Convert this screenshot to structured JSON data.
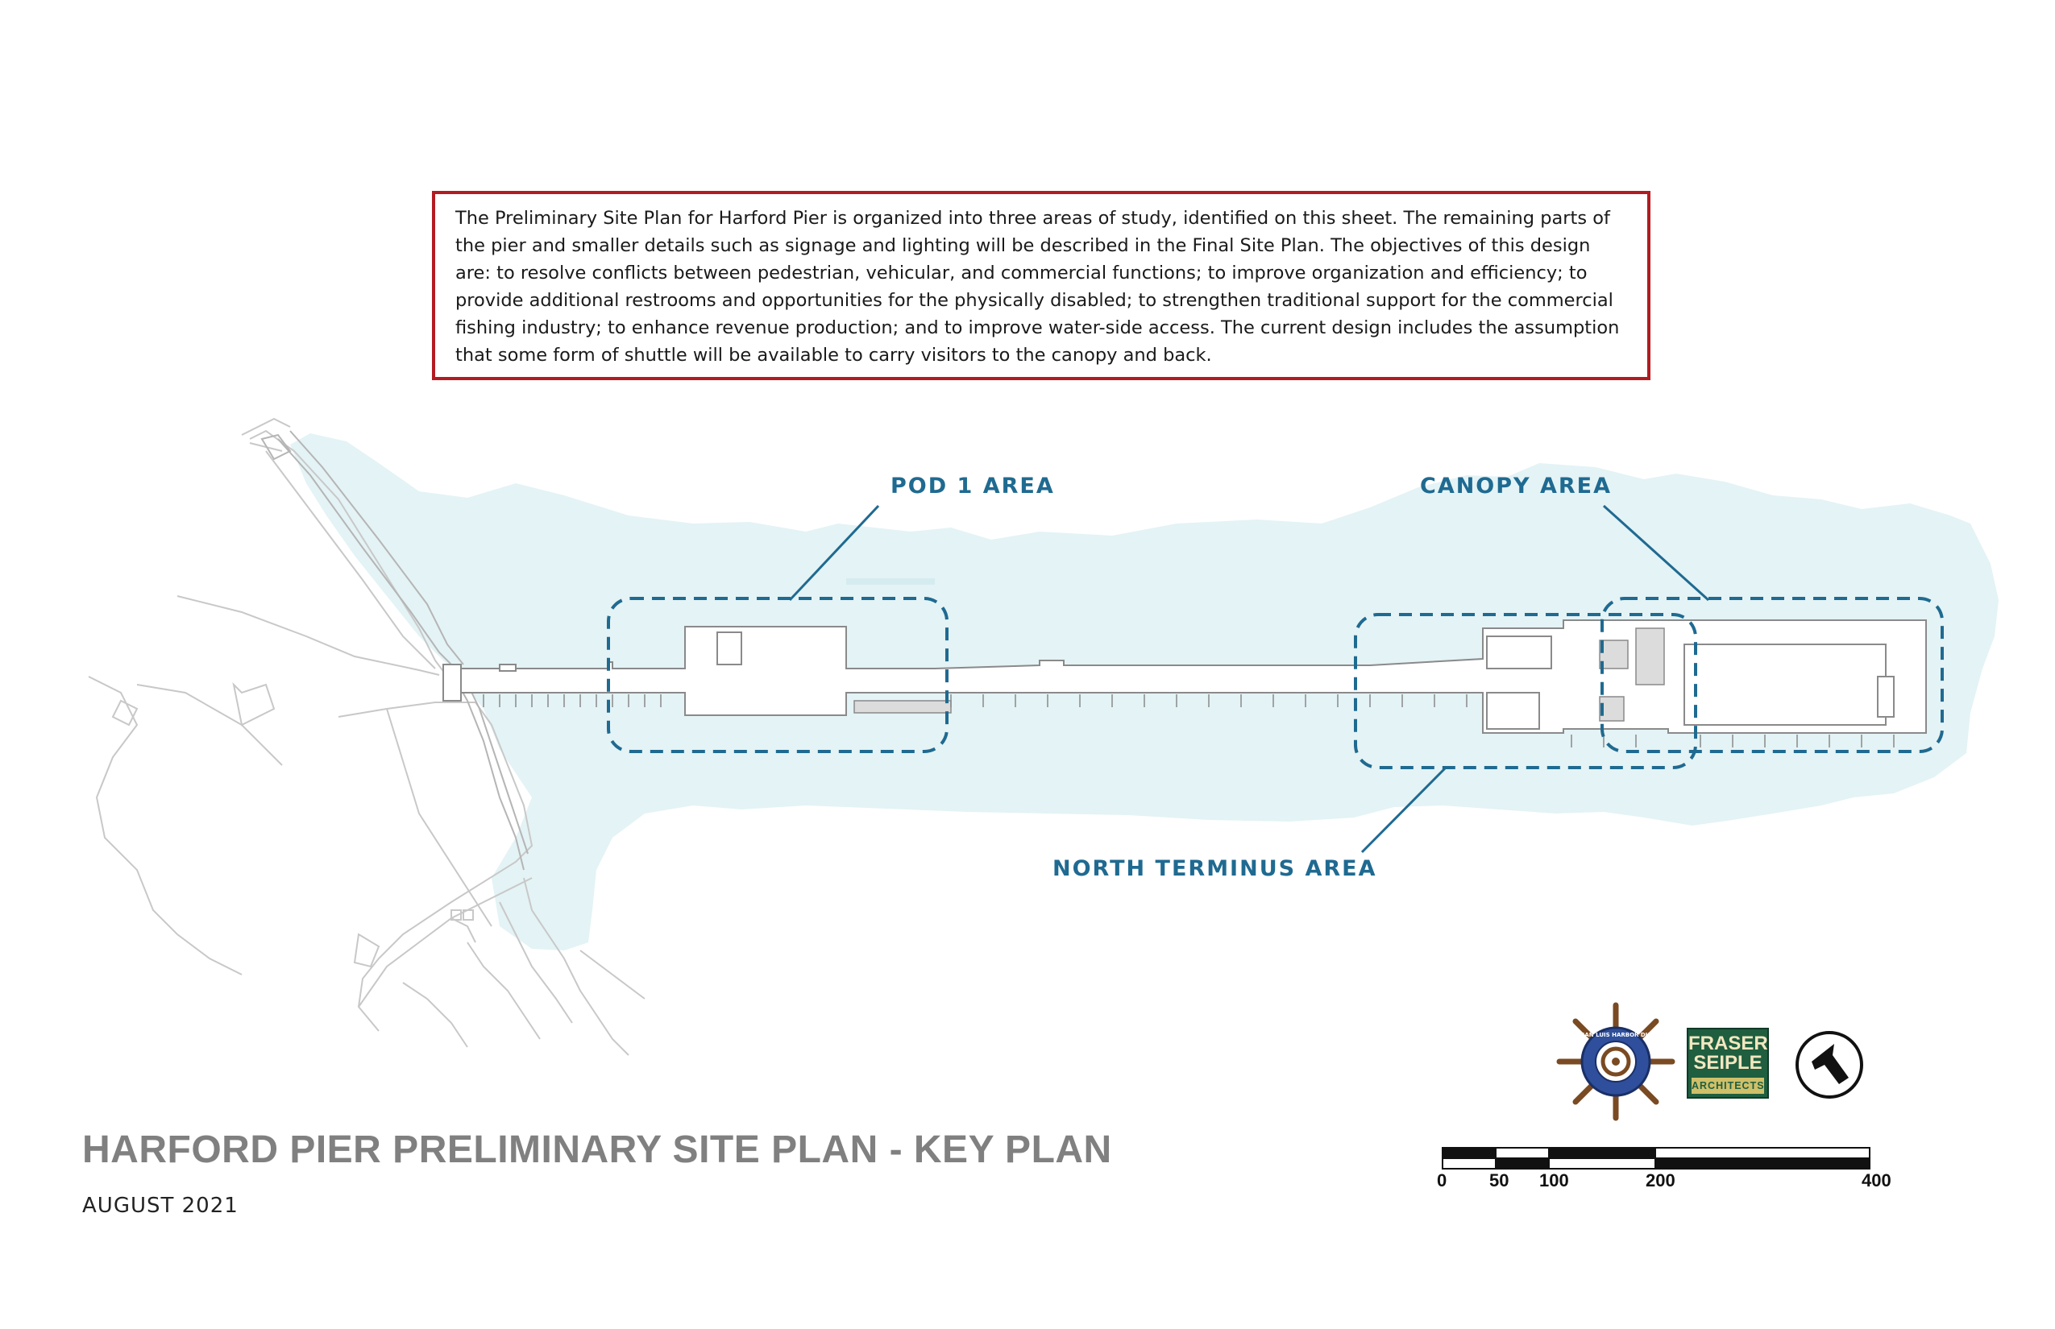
{
  "intro": {
    "text": "The Preliminary Site Plan for Harford Pier is organized into three areas of study, identified on this sheet. The remaining parts of the pier and smaller details such as signage and lighting will be described in the Final Site Plan. The objectives of this design are: to resolve conflicts between pedestrian, vehicular, and commercial functions; to improve organization and efficiency; to provide additional restrooms and opportunities for the physically disabled; to strengthen traditional support for the commercial fishing industry; to enhance revenue production; and to improve water-side access. The current design includes the assumption that some form of shuttle will be available to carry visitors to the canopy and back."
  },
  "areas": {
    "pod1": "POD 1 AREA",
    "canopy": "CANOPY AREA",
    "north_terminus": "NORTH TERMINUS AREA"
  },
  "footer": {
    "title": "HARFORD PIER PRELIMINARY SITE PLAN - KEY PLAN",
    "date": "AUGUST 2021"
  },
  "logos": {
    "harbor_district": "PORT SAN LUIS HARBOR DISTRICT",
    "firm_line1": "FRASER",
    "firm_line2": "SEIPLE",
    "firm_line3": "ARCHITECTS"
  },
  "scale_bar": {
    "labels": [
      "0",
      "50",
      "100",
      "200",
      "400"
    ]
  },
  "colors": {
    "water": "#e4f3f5",
    "accent_blue": "#1f6a91",
    "box_border": "#b31b22",
    "title_gray": "#808080"
  }
}
